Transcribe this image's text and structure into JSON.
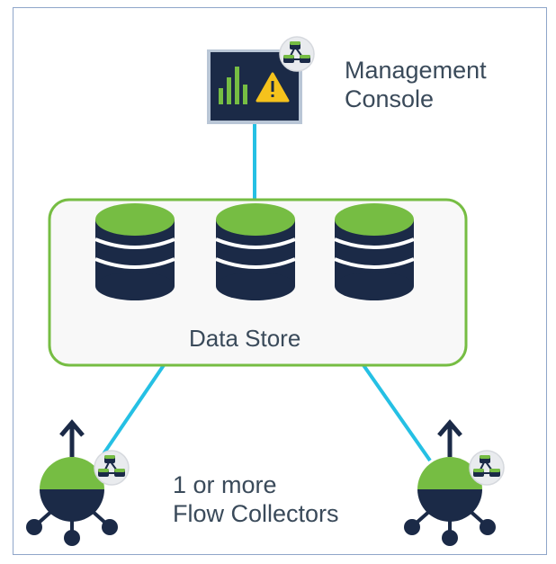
{
  "colors": {
    "green": "#76bd43",
    "navy": "#1b2a47",
    "link": "#25c0e4",
    "text": "#3a4a5a",
    "badge_bg": "#e9ebee"
  },
  "management_console": {
    "label_line1": "Management",
    "label_line2": "Console",
    "icons": [
      "bar-chart-icon",
      "warning-triangle-icon"
    ]
  },
  "data_store": {
    "label": "Data Store",
    "databases": 3
  },
  "flow_collectors": {
    "label_line1": "1 or more",
    "label_line2": "Flow Collectors",
    "count_shown": 2
  }
}
